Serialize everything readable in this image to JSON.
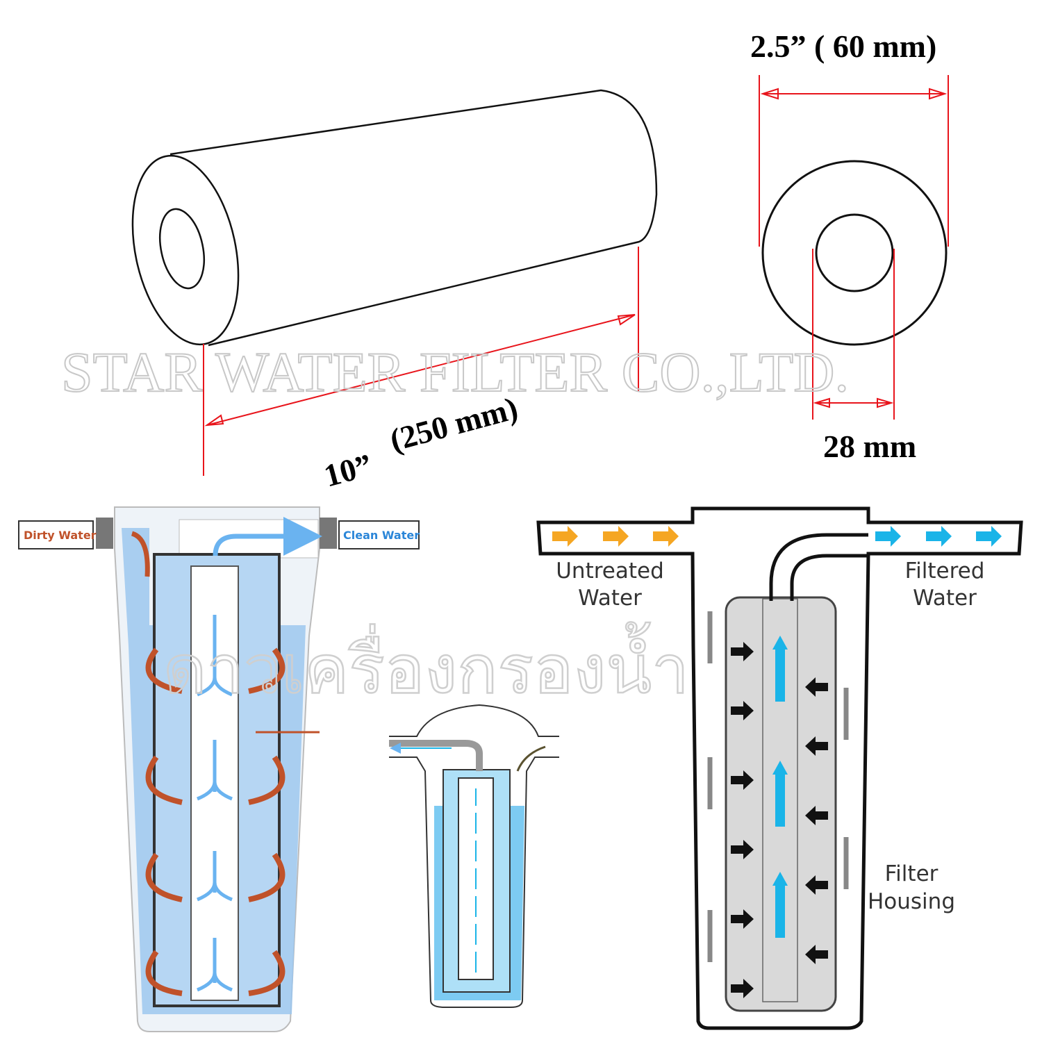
{
  "dimensions": {
    "outer_diameter": "2.5” (  60 mm)",
    "length_inch": "10”",
    "length_mm": "(250 mm)",
    "inner_diameter": "28 mm"
  },
  "watermarks": {
    "company": "STAR WATER FILTER CO.,LTD.",
    "thai": "ดาวเครื่องกรองน้ำ"
  },
  "left_diagram": {
    "inlet_label": "Dirty Water",
    "outlet_label": "Clean Water"
  },
  "right_diagram": {
    "inlet_label_1": "Untreated",
    "inlet_label_2": "Water",
    "outlet_label_1": "Filtered",
    "outlet_label_2": "Water",
    "housing_label_1": "Filter",
    "housing_label_2": "Housing"
  },
  "colors": {
    "dimension": "#e8141b",
    "dirty": "#c0522a",
    "clean": "#6ab3f0",
    "cyan": "#1ab4e8",
    "orange": "#f5a623"
  }
}
